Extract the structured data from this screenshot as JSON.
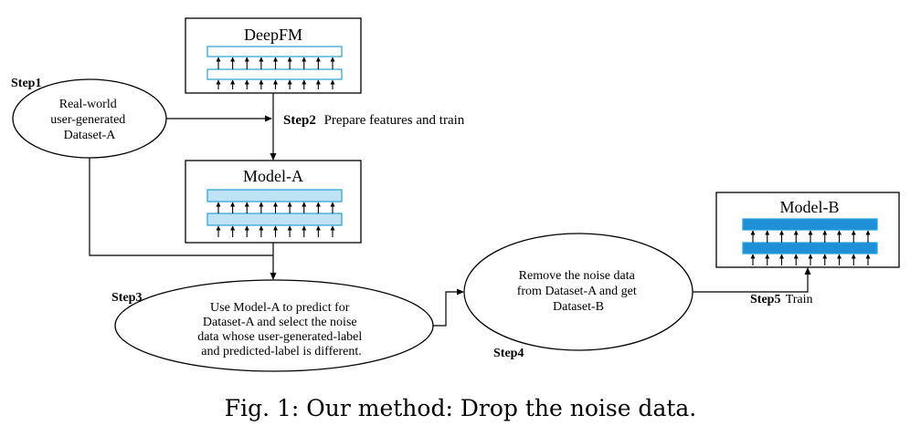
{
  "models": {
    "deepfm": {
      "title": "DeepFM"
    },
    "model_a": {
      "title": "Model-A"
    },
    "model_b": {
      "title": "Model-B"
    }
  },
  "steps": {
    "step1": {
      "label": "Step1",
      "text": [
        "Real-world",
        "user-generated",
        "Dataset-A"
      ]
    },
    "step2": {
      "label": "Step2",
      "text": "Prepare features and train"
    },
    "step3": {
      "label": "Step3",
      "text": [
        "Use Model-A to predict for",
        "Dataset-A and select the noise",
        "data whose user-generated-label",
        "and predicted-label is different."
      ]
    },
    "step4": {
      "label": "Step4",
      "text": [
        "Remove the noise data",
        "from Dataset-A and get",
        "Dataset-B"
      ]
    },
    "step5": {
      "label": "Step5",
      "text": "Train"
    }
  },
  "caption": "Fig. 1: Our method: Drop the noise data.",
  "colors": {
    "layer_outline": "#2a9fd6",
    "layer_light_fill": "#bfe3f5",
    "layer_dark_fill": "#1f8fd8",
    "stroke": "#000000"
  }
}
